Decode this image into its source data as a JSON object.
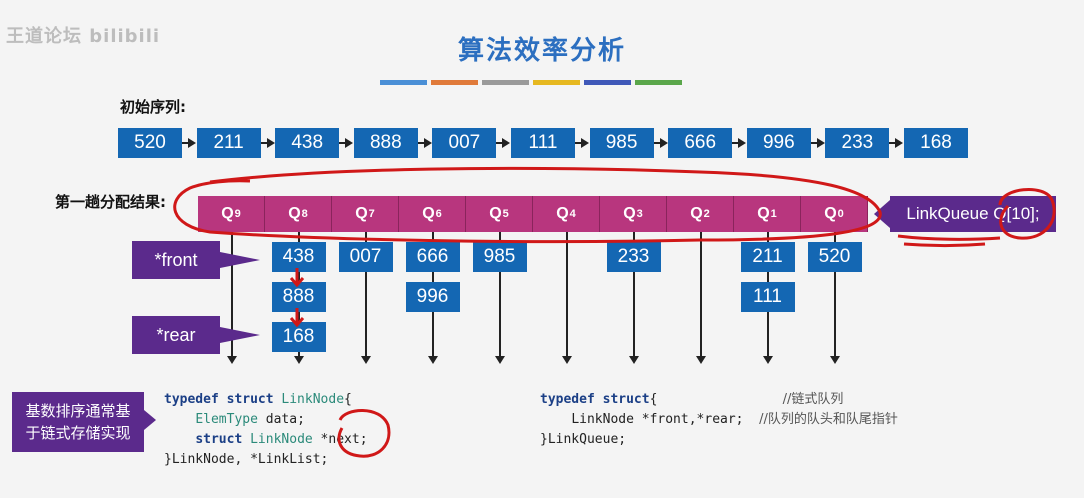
{
  "watermark": "王道论坛 bilibili",
  "title": "算法效率分析",
  "color_bars": [
    "#4a8fd6",
    "#e07a3a",
    "#9a9a9a",
    "#e6b820",
    "#3f58b8",
    "#5aa64a"
  ],
  "initial_label": "初始序列:",
  "initial_sequence": [
    "520",
    "211",
    "438",
    "888",
    "007",
    "111",
    "985",
    "666",
    "996",
    "233",
    "168"
  ],
  "pass_label": "第一趟分配结果:",
  "queue_cells": [
    {
      "name": "Q",
      "sub": "9"
    },
    {
      "name": "Q",
      "sub": "8"
    },
    {
      "name": "Q",
      "sub": "7"
    },
    {
      "name": "Q",
      "sub": "6"
    },
    {
      "name": "Q",
      "sub": "5"
    },
    {
      "name": "Q",
      "sub": "4"
    },
    {
      "name": "Q",
      "sub": "3"
    },
    {
      "name": "Q",
      "sub": "2"
    },
    {
      "name": "Q",
      "sub": "1"
    },
    {
      "name": "Q",
      "sub": "0"
    }
  ],
  "link_queue_label": "LinkQueue Q[10];",
  "buckets": [
    {
      "q": "9",
      "values": []
    },
    {
      "q": "8",
      "values": [
        "438",
        "888",
        "168"
      ]
    },
    {
      "q": "7",
      "values": [
        "007"
      ]
    },
    {
      "q": "6",
      "values": [
        "666",
        "996"
      ]
    },
    {
      "q": "5",
      "values": [
        "985"
      ]
    },
    {
      "q": "4",
      "values": []
    },
    {
      "q": "3",
      "values": [
        "233"
      ]
    },
    {
      "q": "2",
      "values": []
    },
    {
      "q": "1",
      "values": [
        "211",
        "111"
      ]
    },
    {
      "q": "0",
      "values": [
        "520"
      ]
    }
  ],
  "front_label": "*front",
  "rear_label": "*rear",
  "note_label": "基数排序通常基于链式存储实现",
  "code_left": {
    "l1_kw": "typedef struct",
    "l1_ty": "LinkNode",
    "l1_end": "{",
    "l2_ty": "ElemType",
    "l2_rest": " data;",
    "l3_kw": "struct",
    "l3_ty": "LinkNode",
    "l3_rest": " *next;",
    "l4": "}LinkNode, *LinkList;"
  },
  "code_right": {
    "l1_kw": "typedef struct",
    "l1_end": "{",
    "l1_comment": "//链式队列",
    "l2": "LinkNode *front,*rear;",
    "l2_comment": "//队列的队头和队尾指针",
    "l3": "}LinkQueue;"
  }
}
